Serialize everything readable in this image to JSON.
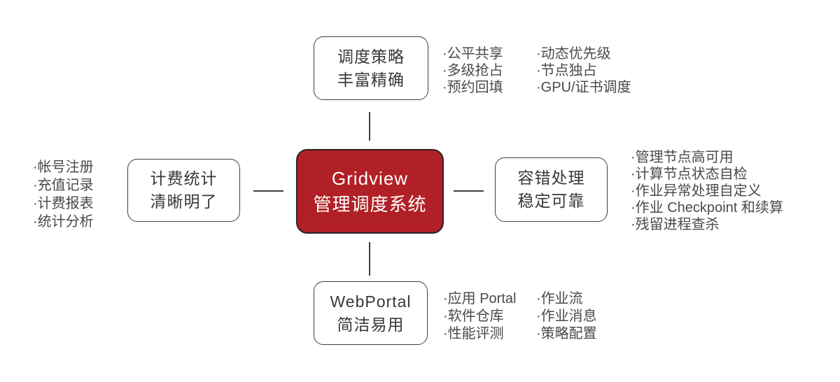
{
  "center": {
    "title_en": "Gridview",
    "title_zh": "管理调度系统"
  },
  "nodes": {
    "top": {
      "title_line1": "调度策略",
      "title_line2": "丰富精确",
      "items_col1": [
        "·公平共享",
        "·多级抢占",
        "·预约回填"
      ],
      "items_col2": [
        "·动态优先级",
        "·节点独占",
        "·GPU/证书调度"
      ]
    },
    "left": {
      "title_line1": "计费统计",
      "title_line2": "清晰明了",
      "items": [
        "·帐号注册",
        "·充值记录",
        "·计费报表",
        "·统计分析"
      ]
    },
    "right": {
      "title_line1": "容错处理",
      "title_line2": "稳定可靠",
      "items": [
        "·管理节点高可用",
        "·计算节点状态自检",
        "·作业异常处理自定义",
        "·作业 Checkpoint 和续算",
        "·残留进程查杀"
      ]
    },
    "bottom": {
      "title_line1": "WebPortal",
      "title_line2": "简洁易用",
      "items_col1": [
        "·应用 Portal",
        "·软件仓库",
        "·性能评测"
      ],
      "items_col2": [
        "·作业流",
        "·作业消息",
        "·策略配置"
      ]
    }
  },
  "colors": {
    "accent_red": "#b12026",
    "box_border": "#3f3f3f",
    "title_text": "#383838",
    "list_text": "#4a4a4a",
    "center_text": "#ffffff"
  }
}
